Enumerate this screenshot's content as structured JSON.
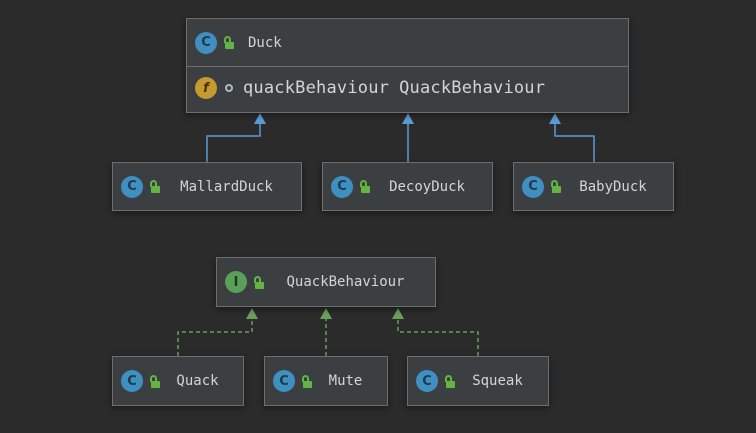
{
  "duck": {
    "name": "Duck",
    "badge": "C",
    "field": {
      "badge": "f",
      "name": "quackBehaviour",
      "type": "QuackBehaviour"
    }
  },
  "duck_subclasses": [
    {
      "name": "MallardDuck",
      "badge": "C"
    },
    {
      "name": "DecoyDuck",
      "badge": "C"
    },
    {
      "name": "BabyDuck",
      "badge": "C"
    }
  ],
  "quack_behaviour": {
    "name": "QuackBehaviour",
    "badge": "I"
  },
  "behaviour_impls": [
    {
      "name": "Quack",
      "badge": "C"
    },
    {
      "name": "Mute",
      "badge": "C"
    },
    {
      "name": "Squeak",
      "badge": "C"
    }
  ],
  "colors": {
    "background": "#2b2b2b",
    "node_fill": "#3c3f41",
    "node_border": "#6e6e6e",
    "extends_arrow": "#5b9bd5",
    "implements_arrow": "#6a9f5a",
    "class_badge": "#3f8fc1",
    "interface_badge": "#5aa05a",
    "field_badge": "#c69a30",
    "lock_icon": "#62b543"
  }
}
